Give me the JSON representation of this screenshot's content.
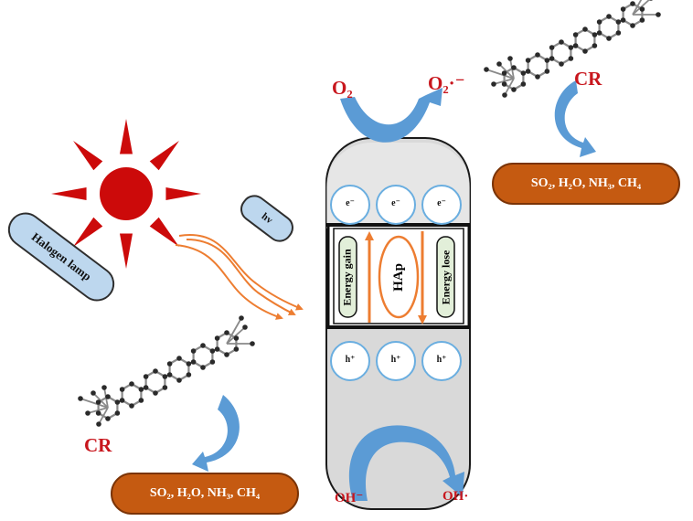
{
  "diagram": {
    "oxygen": {
      "reactant": "O₂",
      "product": "O₂·⁻"
    },
    "hydroxyl": {
      "reactant": "OH⁻",
      "product": "OH·"
    },
    "dye_top": "CR",
    "dye_bottom": "CR",
    "products_top": "SO₂, H₂O, NH₃, CH₄",
    "products_bottom": "SO₂, H₂O, NH₃, CH₄",
    "lamp_label": "Halogen lamp",
    "photon_label": "hv",
    "energy_gain_label": "Energy gain",
    "energy_lose_label": "Energy lose",
    "catalyst_label": "HAp",
    "electron_label": "e⁻",
    "hole_label": "h⁺",
    "colors": {
      "sun": "#cc0a0a",
      "product_pill": "#c55a11",
      "arrow_blue": "#5b9bd5",
      "light_waves": "#ed7d31",
      "label_red": "#c8161d",
      "lamp_pill": "#bdd7ee",
      "particle_fill": "#d9d9d9"
    }
  }
}
